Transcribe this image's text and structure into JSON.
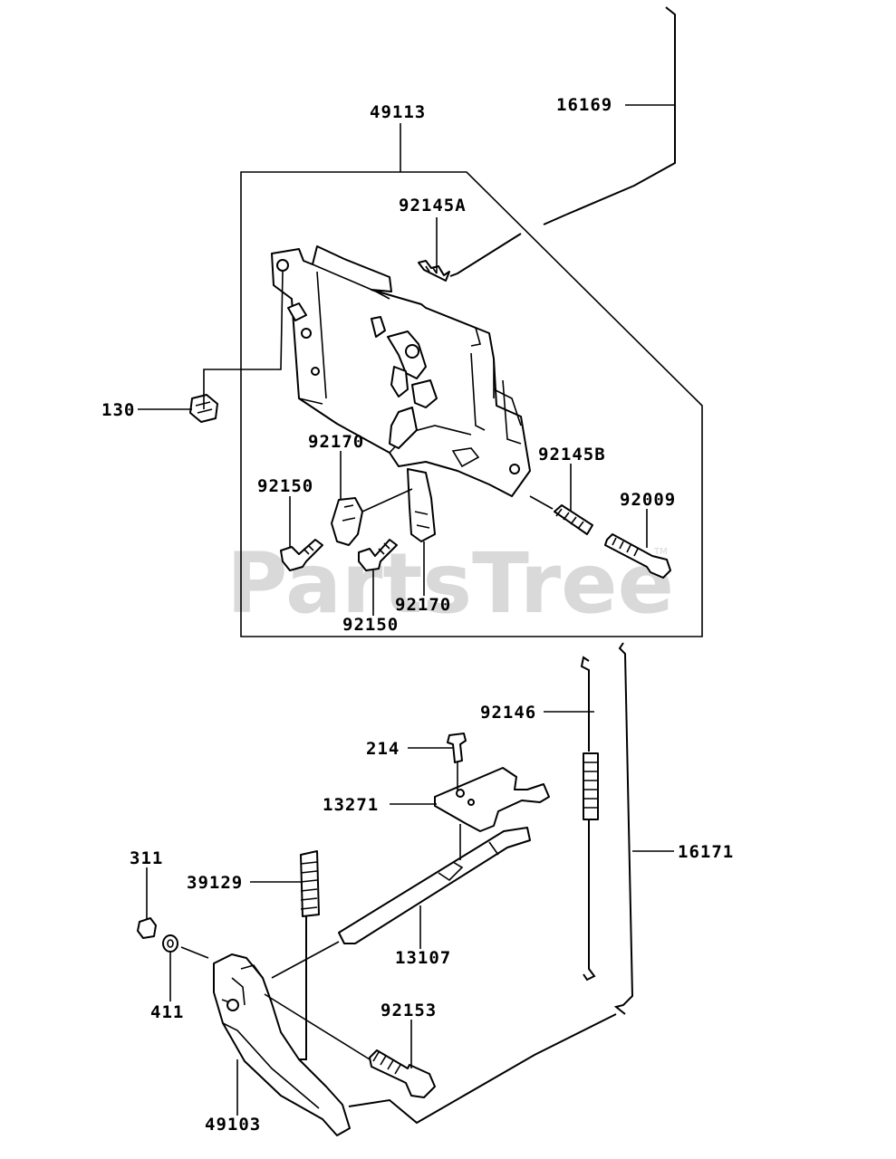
{
  "watermark": {
    "text": "PartsTree",
    "trademark": "TM"
  },
  "labels": {
    "p49113": "49113",
    "p16169": "16169",
    "p92145A": "92145A",
    "p130": "130",
    "p92170a": "92170",
    "p92145B": "92145B",
    "p92150a": "92150",
    "p92009": "92009",
    "p92170b": "92170",
    "p92150b": "92150",
    "p92146": "92146",
    "p214": "214",
    "p13271": "13271",
    "p311": "311",
    "p39129": "39129",
    "p16171": "16171",
    "p13107": "13107",
    "p411": "411",
    "p92153": "92153",
    "p49103": "49103"
  }
}
